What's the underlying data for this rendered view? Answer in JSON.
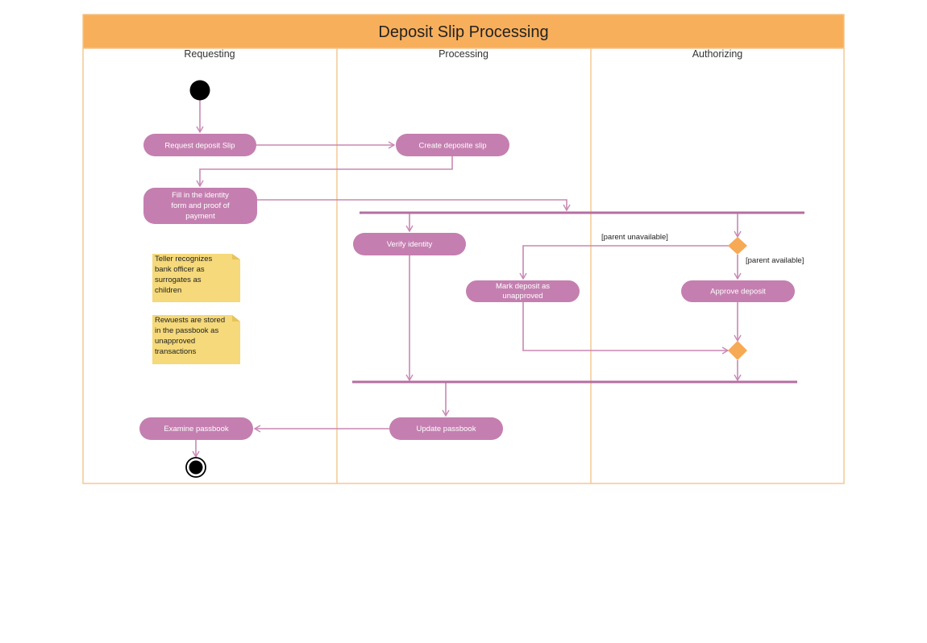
{
  "title": "Deposit Slip Processing",
  "lanes": [
    {
      "label": "Requesting"
    },
    {
      "label": "Processing"
    },
    {
      "label": "Authorizing"
    }
  ],
  "nodes": {
    "request_slip": "Request deposit Slip",
    "create_slip": "Create deposite slip",
    "fill_identity": [
      "Fill in the identity",
      "form and proof of",
      "payment"
    ],
    "verify_identity": "Verify identity",
    "mark_unapproved": [
      "Mark deposit as",
      "unapproved"
    ],
    "approve_deposit": "Approve deposit",
    "update_passbook": "Update passbook",
    "examine_passbook": "Examine passbook"
  },
  "notes": [
    [
      "Teller recognizes",
      "bank officer as",
      "surrogates as",
      "children"
    ],
    [
      "Rewuests are stored",
      "in the passbook as",
      "unapproved",
      "transactions"
    ]
  ],
  "guards": {
    "unavailable": "[parent unavailable]",
    "available": "[parent available]"
  },
  "colors": {
    "header": "#f8af5b",
    "border": "#f4c992",
    "action": "#c47fb0",
    "flow": "#c888b4",
    "note": "#f5d97a",
    "decision": "#f6aa55"
  }
}
